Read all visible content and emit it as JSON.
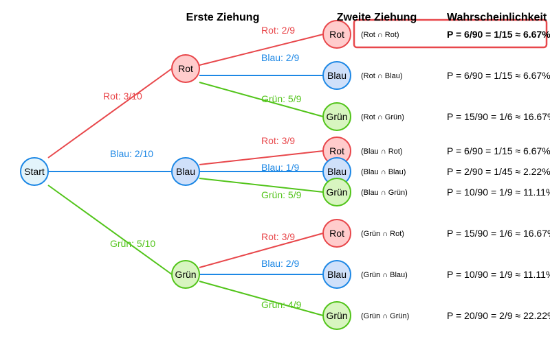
{
  "headers": {
    "first": "Erste Ziehung",
    "second": "Zweite Ziehung",
    "probability": "Wahrscheinlichkeit"
  },
  "colors": {
    "rot": "#e8474b",
    "blau": "#1e88e5",
    "gruen": "#52c41a",
    "rot_fill": "#ffcccc",
    "blau_fill": "#cfe0fa",
    "gruen_fill": "#d8f5c0",
    "start_fill": "#e3f4fb",
    "highlight": "#e8474b"
  },
  "start": {
    "label": "Start"
  },
  "level1": [
    {
      "key": "rot",
      "label": "Rot",
      "edge_label": "Rot: 3/10"
    },
    {
      "key": "blau",
      "label": "Blau",
      "edge_label": "Blau: 2/10"
    },
    {
      "key": "gruen",
      "label": "Grün",
      "edge_label": "Grün: 5/10"
    }
  ],
  "level2": [
    [
      {
        "key": "rot",
        "label": "Rot",
        "edge_label": "Rot: 2/9",
        "event": "(Rot ∩ Rot)",
        "probability": "P = 6/90 = 1/15 ≈ 6.67%",
        "highlight": true
      },
      {
        "key": "blau",
        "label": "Blau",
        "edge_label": "Blau: 2/9",
        "event": "(Rot ∩ Blau)",
        "probability": "P = 6/90 = 1/15 ≈ 6.67%"
      },
      {
        "key": "gruen",
        "label": "Grün",
        "edge_label": "Grün: 5/9",
        "event": "(Rot ∩ Grün)",
        "probability": "P = 15/90 = 1/6 ≈ 16.67%"
      }
    ],
    [
      {
        "key": "rot",
        "label": "Rot",
        "edge_label": "Rot: 3/9",
        "event": "(Blau ∩ Rot)",
        "probability": "P = 6/90 = 1/15 ≈ 6.67%"
      },
      {
        "key": "blau",
        "label": "Blau",
        "edge_label": "Blau: 1/9",
        "event": "(Blau ∩ Blau)",
        "probability": "P = 2/90 = 1/45 ≈ 2.22%"
      },
      {
        "key": "gruen",
        "label": "Grün",
        "edge_label": "Grün: 5/9",
        "event": "(Blau ∩ Grün)",
        "probability": "P = 10/90 = 1/9 ≈ 11.11%"
      }
    ],
    [
      {
        "key": "rot",
        "label": "Rot",
        "edge_label": "Rot: 3/9",
        "event": "(Grün ∩ Rot)",
        "probability": "P = 15/90 = 1/6 ≈ 16.67%"
      },
      {
        "key": "blau",
        "label": "Blau",
        "edge_label": "Blau: 2/9",
        "event": "(Grün ∩ Blau)",
        "probability": "P = 10/90 = 1/9 ≈ 11.11%"
      },
      {
        "key": "gruen",
        "label": "Grün",
        "edge_label": "Grün: 4/9",
        "event": "(Grün ∩ Grün)",
        "probability": "P = 20/90 = 2/9 ≈ 22.22%"
      }
    ]
  ]
}
